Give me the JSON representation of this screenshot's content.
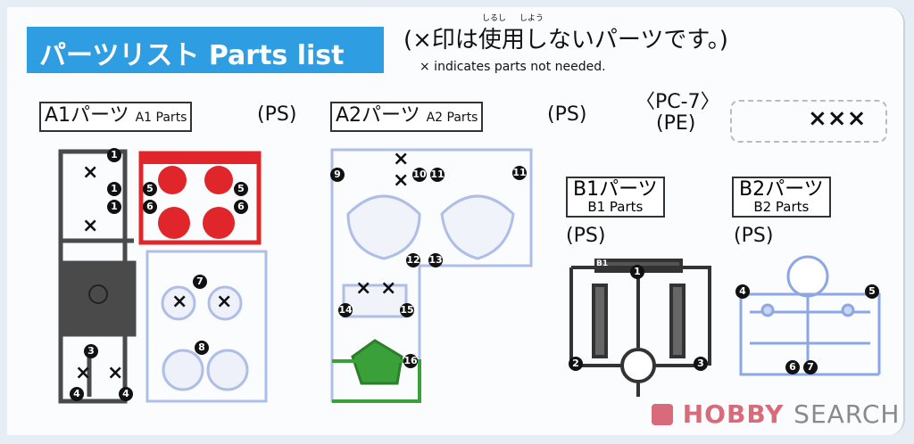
{
  "header": {
    "title": "パーツリスト Parts list",
    "note_jp": "(×印は使用しないパーツです。)",
    "ruby_1": "しるし",
    "ruby_2": "しよう",
    "note_en": "× indicates parts not needed."
  },
  "sections": {
    "a1": {
      "label_jp": "A1パーツ",
      "label_en": "A1 Parts",
      "material": "(PS)"
    },
    "a2": {
      "label_jp": "A2パーツ",
      "label_en": "A2 Parts",
      "material": "(PS)"
    },
    "pc": {
      "label": "〈PC-7〉",
      "material": "(PE)",
      "marks": "×××"
    },
    "b1": {
      "label_jp": "B1パーツ",
      "label_en": "B1 Parts",
      "material": "(PS)",
      "tag": "B1"
    },
    "b2": {
      "label_jp": "B2パーツ",
      "label_en": "B2 Parts",
      "material": "(PS)"
    }
  },
  "markers": {
    "a1": [
      "1",
      "1",
      "1",
      "5",
      "5",
      "6",
      "6",
      "7",
      "8",
      "3",
      "4",
      "4"
    ],
    "a2": [
      "9",
      "10",
      "11",
      "11",
      "12",
      "13",
      "14",
      "15",
      "16"
    ],
    "b1": [
      "1",
      "2",
      "3"
    ],
    "b2": [
      "4",
      "5",
      "6",
      "7"
    ]
  },
  "cross": "×",
  "watermark": {
    "brand": "HOBBY",
    "brand2": "SEARCH"
  },
  "colors": {
    "header": "#2f9de1",
    "a1_dark": "#4a4a4a",
    "a1_red": "#e0262a",
    "light_blue": "#c9d6f2",
    "green": "#3aa03a",
    "watermark": "#d86a7a"
  }
}
